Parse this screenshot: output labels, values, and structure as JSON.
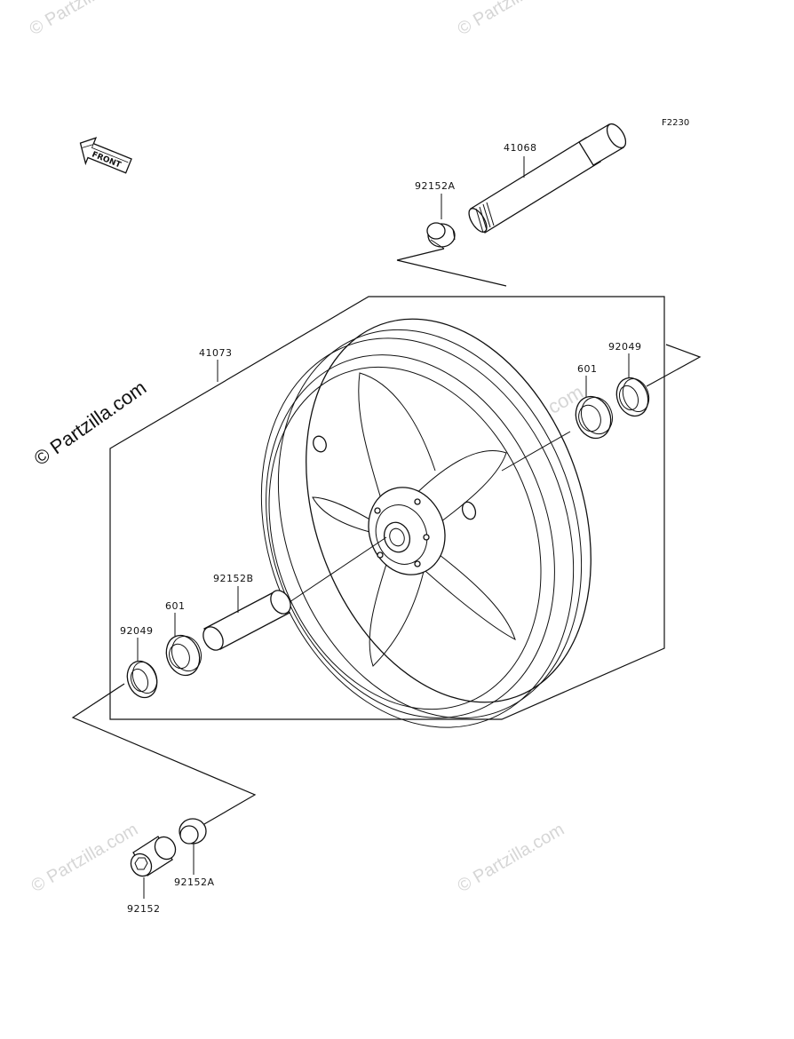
{
  "diagram": {
    "figure_code": "F2230",
    "front_label": "FRONT",
    "watermark_main": "© Partzilla.com",
    "watermark_faint": "© Partzilla.com",
    "parts": [
      {
        "id": "p41068",
        "label": "41068"
      },
      {
        "id": "p92152A_top",
        "label": "92152A"
      },
      {
        "id": "p41073",
        "label": "41073"
      },
      {
        "id": "p92049_right",
        "label": "92049"
      },
      {
        "id": "p601_right",
        "label": "601"
      },
      {
        "id": "p92152B",
        "label": "92152B"
      },
      {
        "id": "p601_left",
        "label": "601"
      },
      {
        "id": "p92049_left",
        "label": "92049"
      },
      {
        "id": "p92152A_bottom",
        "label": "92152A"
      },
      {
        "id": "p92152",
        "label": "92152"
      }
    ]
  }
}
